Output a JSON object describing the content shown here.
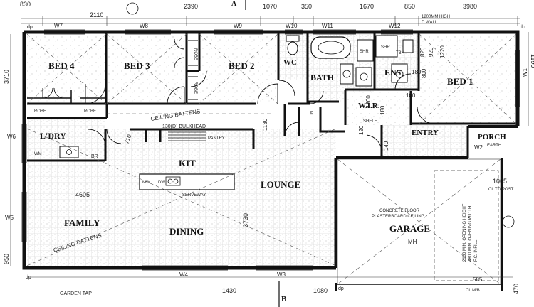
{
  "rooms": {
    "bed4": "BED 4",
    "bed3": "BED 3",
    "bed2": "BED 2",
    "bed1": "BED 1",
    "wc": "WC",
    "bath": "BATH",
    "ens": "ENS",
    "wir": "W.I.R.",
    "ldry": "L'DRY",
    "kit": "KIT",
    "lounge": "LOUNGE",
    "family": "FAMILY",
    "dining": "DINING",
    "garage": "GARAGE",
    "entry": "ENTRY",
    "porch": "PORCH"
  },
  "notes": {
    "ceiling_battens_upper": "CEILING BATTENS",
    "bulkhead": "130(D) BULKHEAD",
    "pantry": "PANTRY",
    "ceiling_battens_lower": "CEILING BATTENS",
    "garage_floor_1": "CONCRETE FLOOR",
    "garage_floor_2": "PLASTERBOARD CEILING",
    "garage_mh": "MH",
    "door_note_1": "2130 MIN. OPENING HEIGHT",
    "door_note_2": "4800 MIN. OPENING WIDTH",
    "door_note_3": "F.C. INFILL",
    "dwall_1": "1200MM HIGH",
    "dwall_2": "D.WALL",
    "garden_tap": "GARDEN TAP",
    "robe": "ROBE",
    "serveway": "SERVEWAY",
    "mw": "MW.",
    "dw": "DW",
    "shr": "SHR",
    "tbh": "TBH",
    "shelf": "SHELF",
    "earth": "EARTH",
    "cl_to_post": "CL TO POST",
    "cl_m_b": "CL M/B",
    "wm": "WM",
    "br": "BR",
    "lin": "LIN",
    "dp": "dp",
    "section_a": "A",
    "section_b": "B"
  },
  "windows": [
    "W7",
    "W8",
    "W9",
    "W10",
    "W11",
    "W12",
    "W1",
    "W6",
    "W5",
    "W4",
    "W3",
    "W2"
  ],
  "dimensions": {
    "top": [
      "830",
      "2110",
      "2390",
      "1070",
      "350",
      "1670",
      "850",
      "3980"
    ],
    "left": [
      "3710",
      "950"
    ],
    "right": [
      "1190"
    ],
    "interior": [
      "4605",
      "3730",
      "1005",
      "585"
    ],
    "bottom": [
      "1430",
      "1080",
      "470"
    ],
    "room_dims": [
      "820",
      "920",
      "1220",
      "800",
      "180",
      "180",
      "180",
      "1800",
      "710",
      "1130",
      "140",
      "120"
    ]
  }
}
